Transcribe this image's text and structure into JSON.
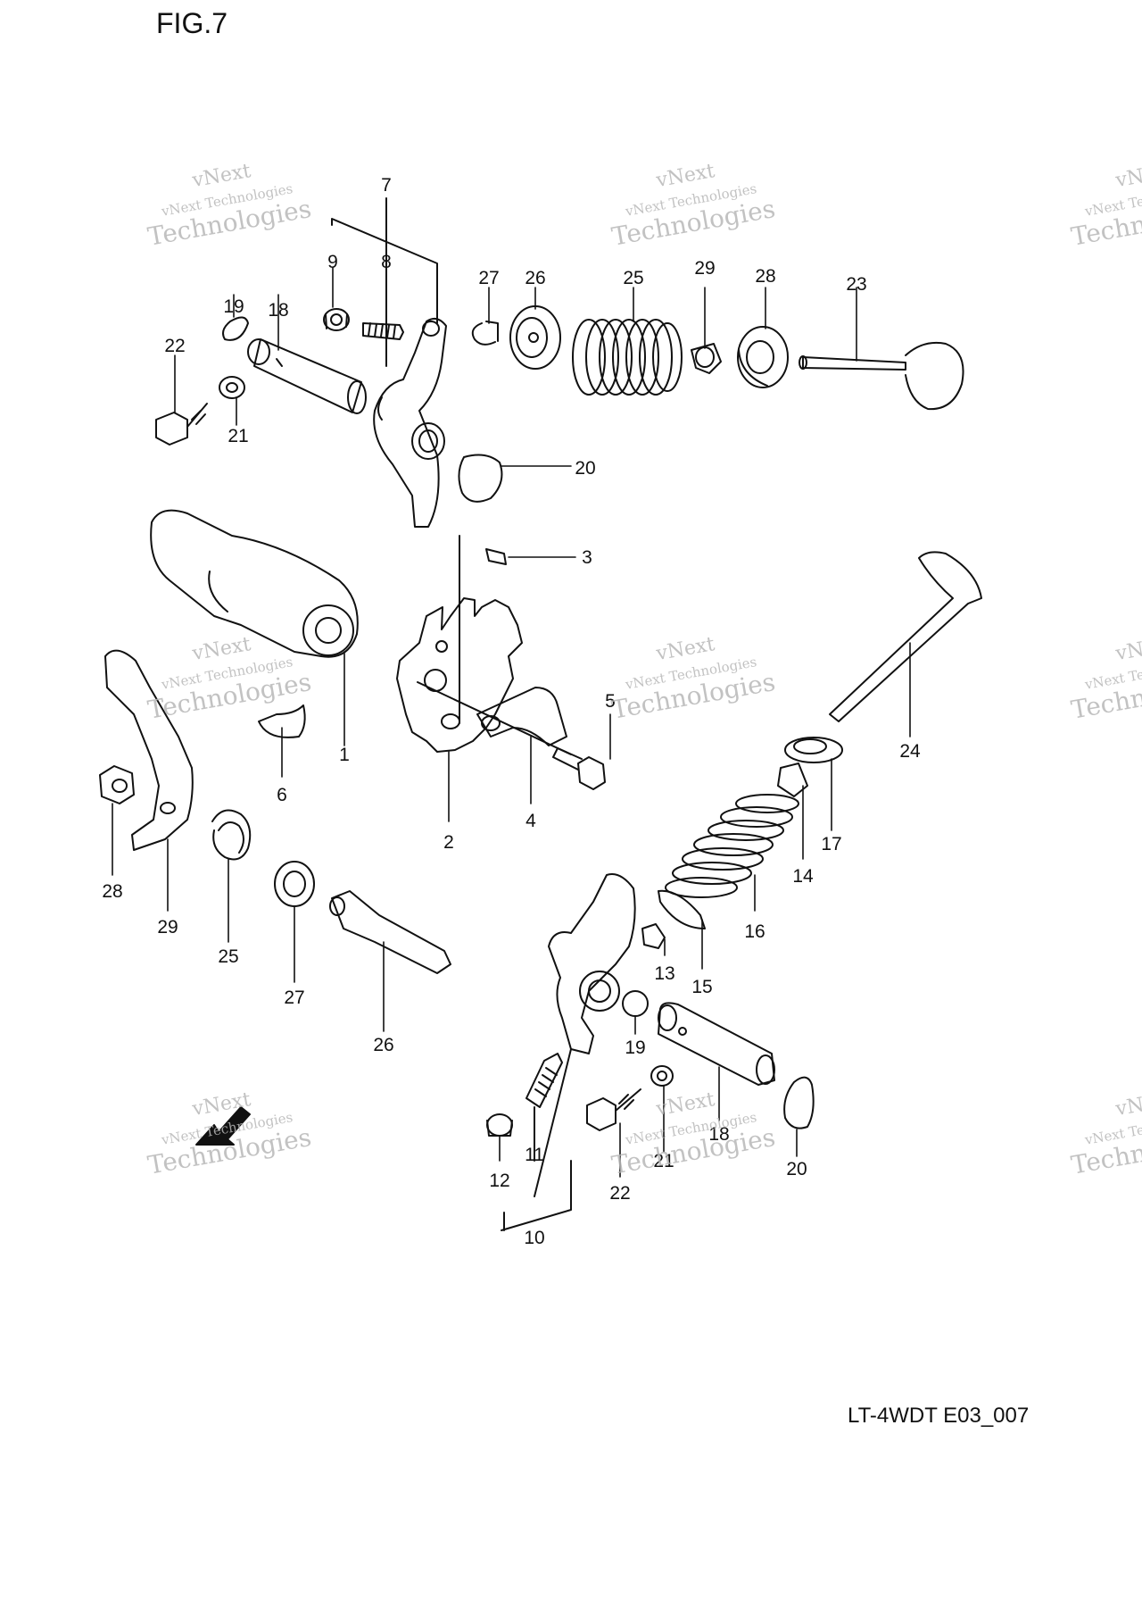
{
  "figure": {
    "title": "FIG.7",
    "code": "LT-4WDT E03_007"
  },
  "watermark": {
    "line1": "vNext",
    "line2": "vNext Technologies",
    "line3": "Technologies"
  },
  "callouts": [
    "7",
    "9",
    "8",
    "27",
    "26",
    "25",
    "29",
    "28",
    "23",
    "19",
    "18",
    "22",
    "21",
    "20",
    "3",
    "1",
    "6",
    "5",
    "2",
    "4",
    "24",
    "17",
    "14",
    "16",
    "15",
    "13",
    "28",
    "29",
    "25",
    "27",
    "26",
    "19",
    "18",
    "21",
    "20",
    "22",
    "12",
    "11",
    "10"
  ],
  "colors": {
    "ink": "#111111",
    "watermark": "#b8b8b8"
  }
}
